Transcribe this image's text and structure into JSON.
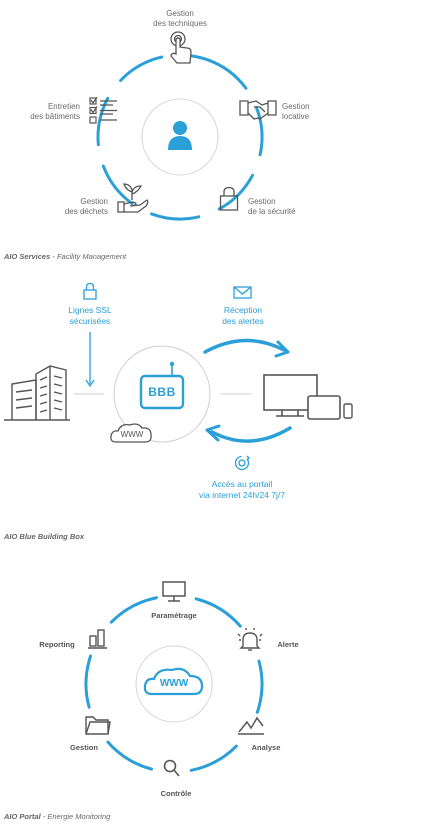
{
  "services": {
    "items": [
      {
        "label": "Gestion\ndes techniques"
      },
      {
        "label": "Gestion\nlocative"
      },
      {
        "label": "Gestion\nde la sécurité"
      },
      {
        "label": "Gestion\ndes déchets"
      },
      {
        "label": "Entretien\ndes bâtiments"
      }
    ],
    "caption_bold": "AIO Services",
    "caption_rest": " - Facility Management",
    "center_icon": "user-icon"
  },
  "bbb": {
    "ssl": "Lignes SSL\nsécurisées",
    "alerts": "Réception\ndes alertes",
    "portal": "Accès au portail\nvia internet 24h/24 7j/7",
    "box_text": "BBB",
    "cloud_text": "WWW",
    "caption_bold": "AIO Blue Building Box",
    "caption_rest": ""
  },
  "portal": {
    "items": [
      {
        "label": "Paramétrage"
      },
      {
        "label": "Alerte"
      },
      {
        "label": "Analyse"
      },
      {
        "label": "Contrôle"
      },
      {
        "label": "Gestion"
      },
      {
        "label": "Reporting"
      }
    ],
    "cloud_text": "WWW",
    "caption_bold": "AIO Portal",
    "caption_rest": " - Energie Monitoring"
  },
  "colors": {
    "accent": "#2a9fd8",
    "icon": "#555555",
    "ring": "#cfcfcf"
  }
}
